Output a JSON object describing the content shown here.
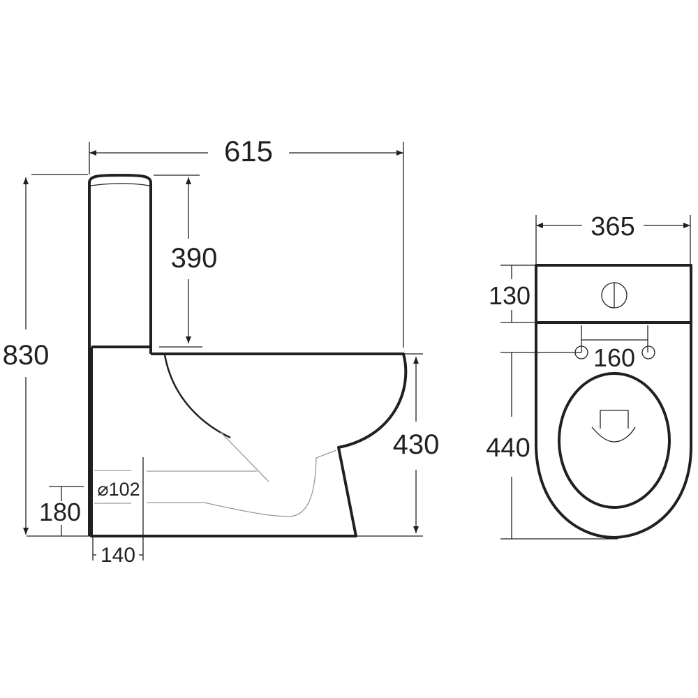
{
  "side_view": {
    "width_label": "615",
    "tank_height_label": "390",
    "total_height_label": "830",
    "seat_height_label": "430",
    "outlet_height_label": "180",
    "outlet_diameter_label": "⌀102",
    "outlet_offset_label": "140"
  },
  "top_view": {
    "width_label": "365",
    "tank_depth_label": "130",
    "bolt_spacing_label": "160",
    "bowl_length_label": "440"
  },
  "colors": {
    "line": "#231f20",
    "hidden_line": "#9a9a9a"
  }
}
